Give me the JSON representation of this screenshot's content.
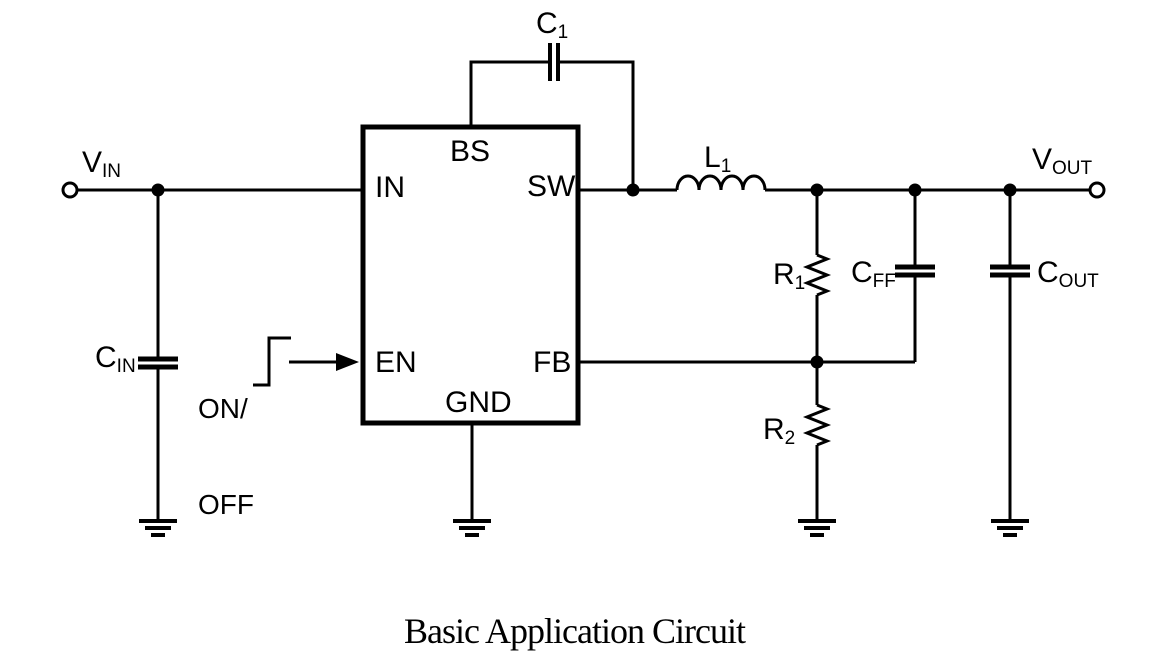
{
  "page": {
    "background": "#ffffff",
    "line_color": "#000000"
  },
  "caption": "Basic Application Circuit",
  "ic": {
    "pin_bs": "BS",
    "pin_in": "IN",
    "pin_sw": "SW",
    "pin_en": "EN",
    "pin_fb": "FB",
    "pin_gnd": "GND"
  },
  "nets": {
    "vin": {
      "main": "V",
      "sub": "IN"
    },
    "vout": {
      "main": "V",
      "sub": "OUT"
    }
  },
  "components": {
    "cin": {
      "main": "C",
      "sub": "IN"
    },
    "c1": {
      "main": "C",
      "sub": "1"
    },
    "l1": {
      "main": "L",
      "sub": "1"
    },
    "r1": {
      "main": "R",
      "sub": "1"
    },
    "cff": {
      "main": "C",
      "sub": "FF"
    },
    "r2": {
      "main": "R",
      "sub": "2"
    },
    "cout": {
      "main": "C",
      "sub": "OUT"
    }
  },
  "enable": {
    "line1": "ON/",
    "line2": "OFF"
  }
}
